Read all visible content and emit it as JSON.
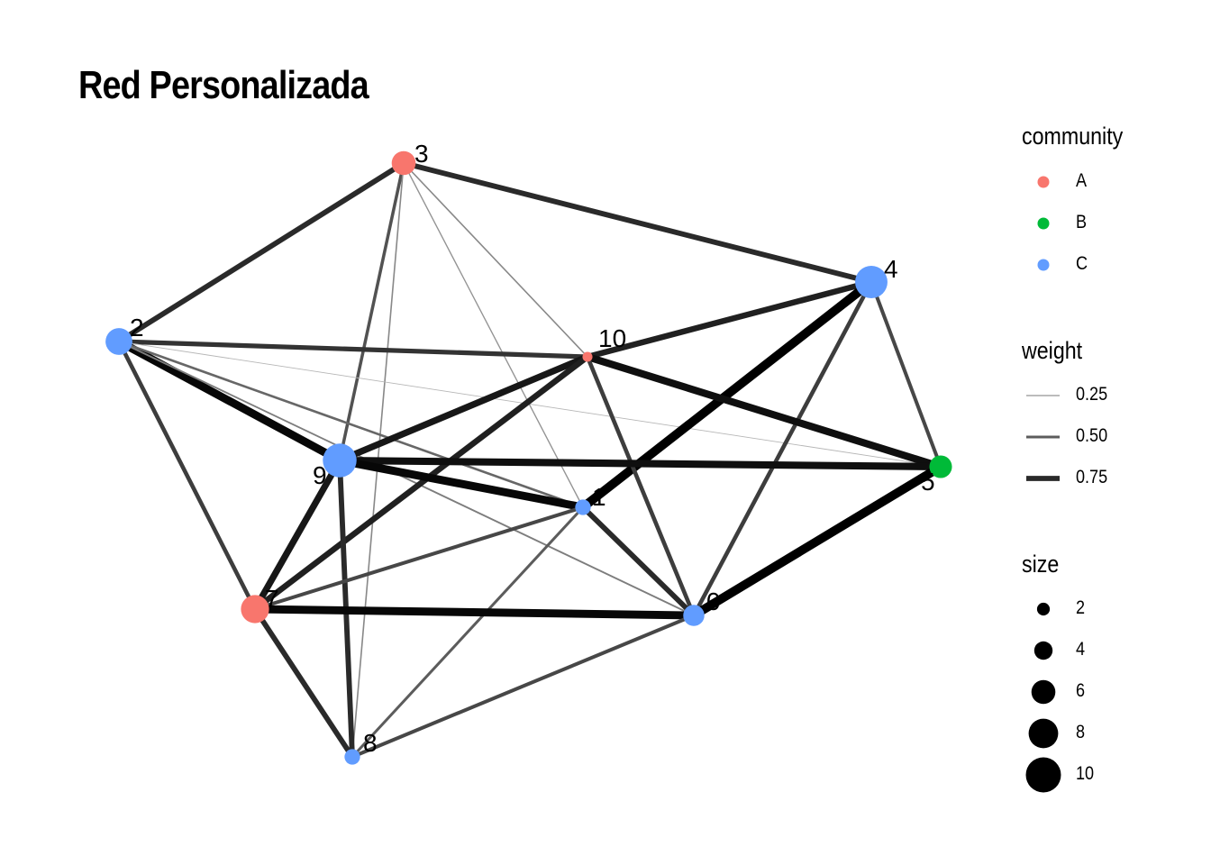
{
  "title": "Red Personalizada",
  "colors": {
    "A": "#F8766D",
    "B": "#00BA38",
    "C": "#619CFF"
  },
  "nodes": [
    {
      "id": "0",
      "community": "C",
      "size": 5
    },
    {
      "id": "1",
      "community": "C",
      "size": 3
    },
    {
      "id": "2",
      "community": "C",
      "size": 7
    },
    {
      "id": "3",
      "community": "A",
      "size": 6
    },
    {
      "id": "4",
      "community": "C",
      "size": 9
    },
    {
      "id": "5",
      "community": "B",
      "size": 5.5
    },
    {
      "id": "7",
      "community": "A",
      "size": 7.5
    },
    {
      "id": "8",
      "community": "C",
      "size": 3
    },
    {
      "id": "9",
      "community": "C",
      "size": 9.5
    },
    {
      "id": "10",
      "community": "A",
      "size": 1
    }
  ],
  "edges": [
    {
      "from": "2",
      "to": "3",
      "weight": 0.75
    },
    {
      "from": "3",
      "to": "4",
      "weight": 0.75
    },
    {
      "from": "3",
      "to": "9",
      "weight": 0.55
    },
    {
      "from": "3",
      "to": "8",
      "weight": 0.3
    },
    {
      "from": "3",
      "to": "10",
      "weight": 0.3
    },
    {
      "from": "3",
      "to": "1",
      "weight": 0.25
    },
    {
      "from": "2",
      "to": "10",
      "weight": 0.7
    },
    {
      "from": "2",
      "to": "9",
      "weight": 0.95
    },
    {
      "from": "2",
      "to": "1",
      "weight": 0.45
    },
    {
      "from": "2",
      "to": "0",
      "weight": 0.35
    },
    {
      "from": "2",
      "to": "5",
      "weight": 0.1
    },
    {
      "from": "2",
      "to": "7",
      "weight": 0.65
    },
    {
      "from": "4",
      "to": "10",
      "weight": 0.8
    },
    {
      "from": "4",
      "to": "1",
      "weight": 1.0
    },
    {
      "from": "4",
      "to": "0",
      "weight": 0.65
    },
    {
      "from": "4",
      "to": "5",
      "weight": 0.6
    },
    {
      "from": "10",
      "to": "5",
      "weight": 0.9
    },
    {
      "from": "10",
      "to": "9",
      "weight": 0.85
    },
    {
      "from": "10",
      "to": "7",
      "weight": 0.8
    },
    {
      "from": "10",
      "to": "0",
      "weight": 0.65
    },
    {
      "from": "9",
      "to": "5",
      "weight": 0.9
    },
    {
      "from": "9",
      "to": "1",
      "weight": 0.95
    },
    {
      "from": "9",
      "to": "7",
      "weight": 0.85
    },
    {
      "from": "9",
      "to": "8",
      "weight": 0.75
    },
    {
      "from": "1",
      "to": "7",
      "weight": 0.6
    },
    {
      "from": "1",
      "to": "0",
      "weight": 0.75
    },
    {
      "from": "1",
      "to": "8",
      "weight": 0.5
    },
    {
      "from": "7",
      "to": "0",
      "weight": 0.95
    },
    {
      "from": "7",
      "to": "8",
      "weight": 0.75
    },
    {
      "from": "8",
      "to": "0",
      "weight": 0.6
    },
    {
      "from": "0",
      "to": "5",
      "weight": 1.0
    }
  ],
  "legend": {
    "community": {
      "title": "community",
      "entries": [
        {
          "label": "A",
          "color": "#F8766D"
        },
        {
          "label": "B",
          "color": "#00BA38"
        },
        {
          "label": "C",
          "color": "#619CFF"
        }
      ]
    },
    "weight": {
      "title": "weight",
      "entries": [
        {
          "label": "0.25",
          "value": 0.25
        },
        {
          "label": "0.50",
          "value": 0.5
        },
        {
          "label": "0.75",
          "value": 0.75
        }
      ]
    },
    "size": {
      "title": "size",
      "entries": [
        {
          "label": "2",
          "value": 2
        },
        {
          "label": "4",
          "value": 4
        },
        {
          "label": "6",
          "value": 6
        },
        {
          "label": "8",
          "value": 8
        },
        {
          "label": "10",
          "value": 10
        }
      ]
    }
  }
}
